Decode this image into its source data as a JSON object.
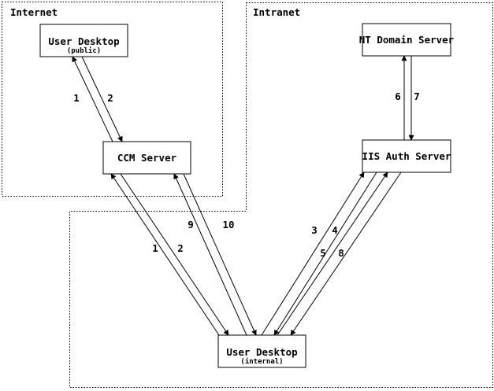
{
  "zones": {
    "internet": {
      "label": "Internet"
    },
    "intranet": {
      "label": "Intranet"
    }
  },
  "nodes": {
    "user_desktop_public": {
      "title": "User Desktop",
      "subtitle": "(public)"
    },
    "ccm_server": {
      "title": "CCM Server"
    },
    "nt_domain_server": {
      "title": "NT Domain Server"
    },
    "iis_auth_server": {
      "title": "IIS Auth Server"
    },
    "user_desktop_internal": {
      "title": "User Desktop",
      "subtitle": "(internal)"
    }
  },
  "flows": {
    "public_desktop_ccm": {
      "step_1": "1",
      "step_2": "2"
    },
    "internal_desktop_ccm": {
      "step_1": "1",
      "step_2": "2",
      "step_9": "9",
      "step_10": "10"
    },
    "internal_desktop_iis": {
      "step_3": "3",
      "step_4": "4",
      "step_5": "5",
      "step_8": "8"
    },
    "iis_nt_domain": {
      "step_6": "6",
      "step_7": "7"
    }
  },
  "colors": {
    "foreground": "#000000",
    "background": "#ffffff"
  }
}
